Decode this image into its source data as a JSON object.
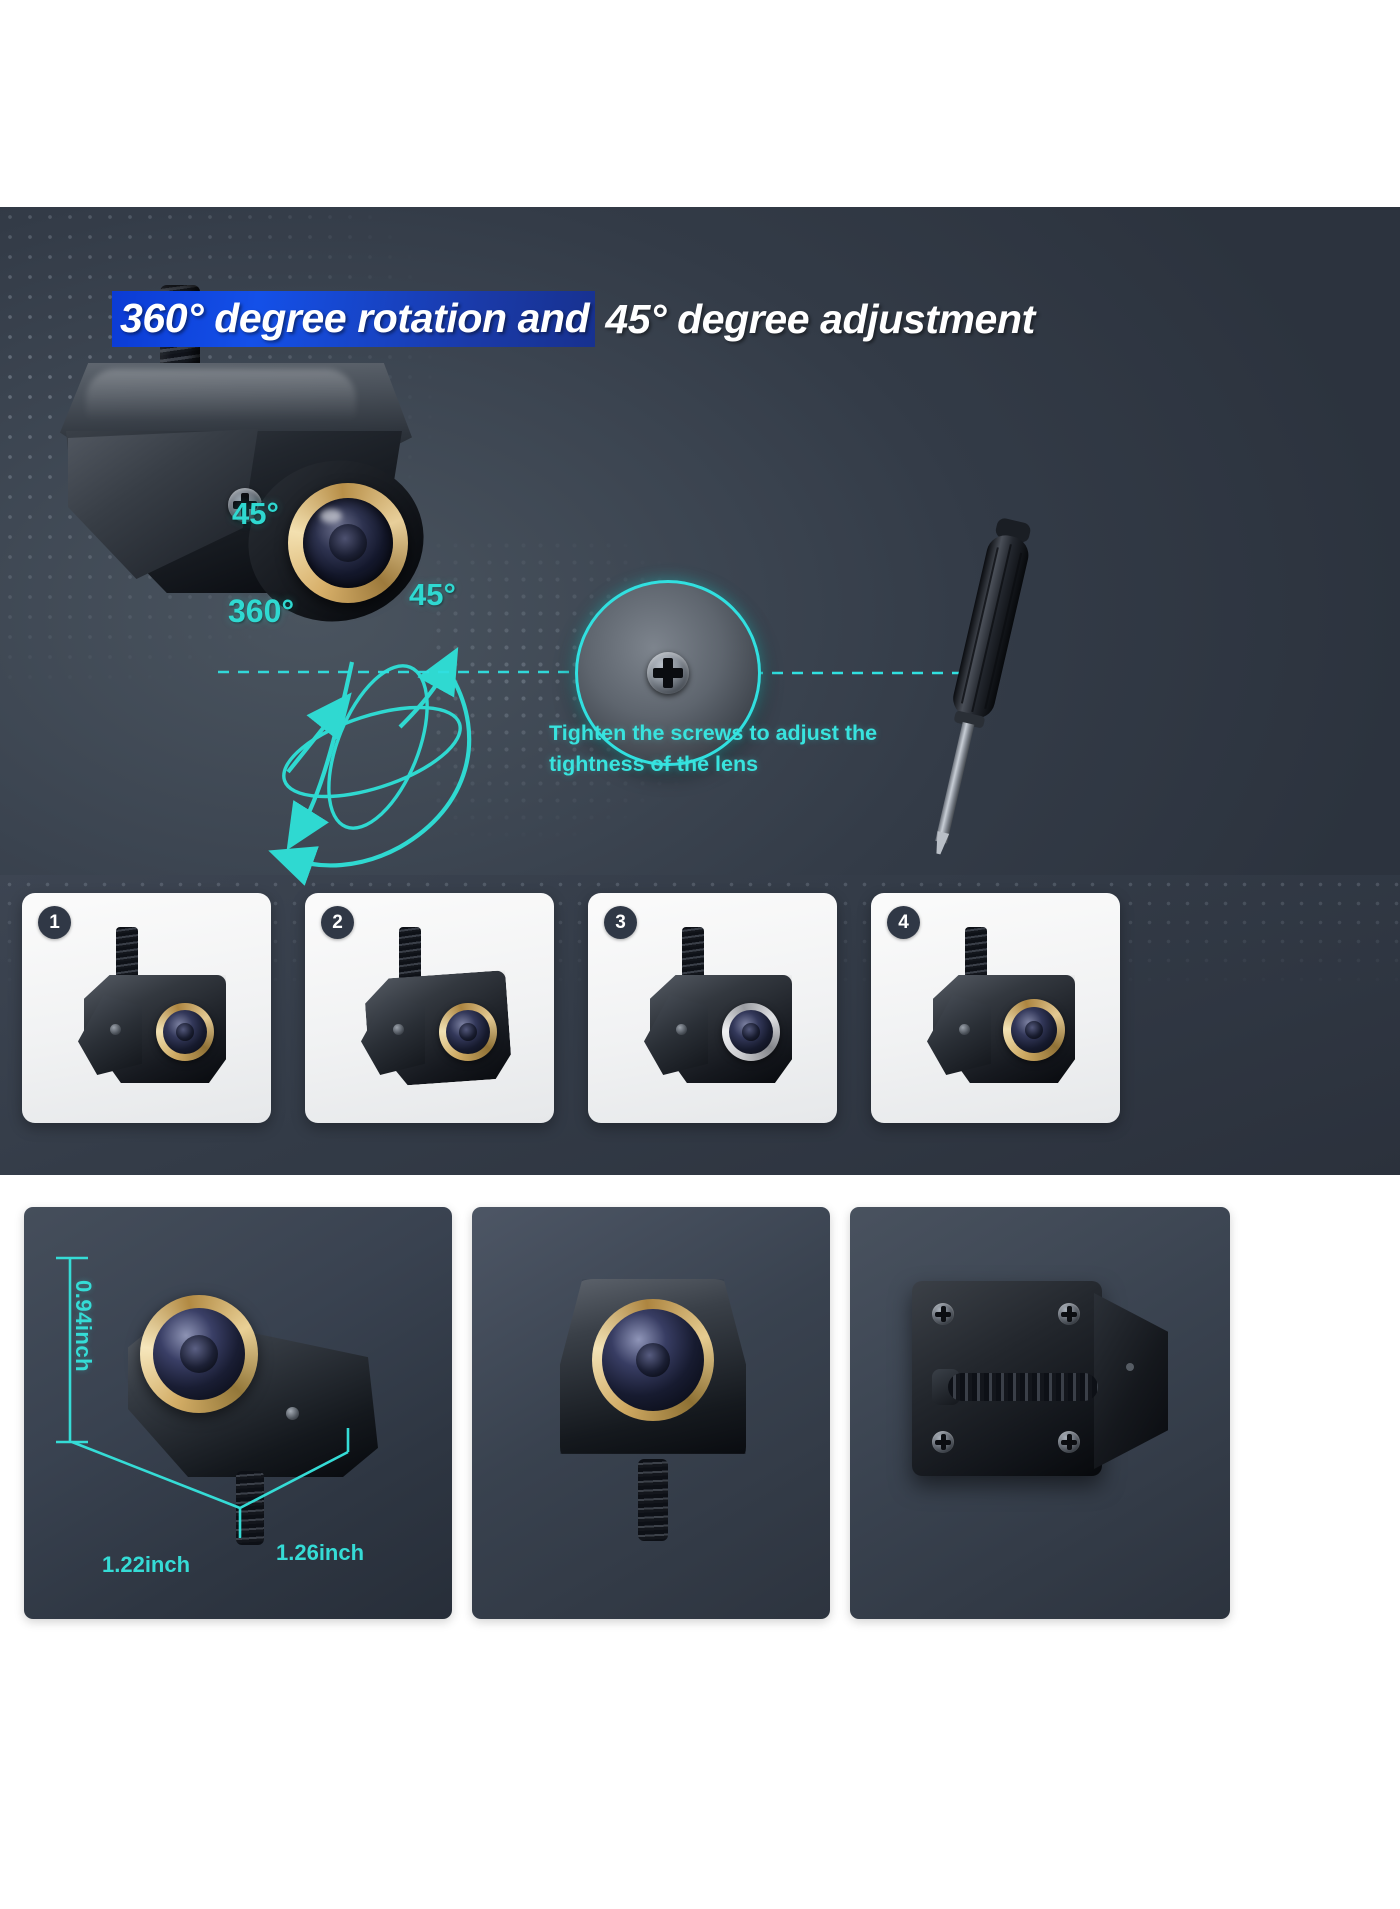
{
  "hero": {
    "title_highlight": "360° degree rotation and",
    "title_rest": "45° degree adjustment",
    "title_part_360": "360°",
    "title_part_mid": " degree rotation and",
    "title_part_45": "45°",
    "title_part_end": " degree adjustment",
    "label_45_upper": "45°",
    "label_360": "360°",
    "label_45_lower": "45°",
    "tip_line1": "Tighten the screws to adjust the",
    "tip_line2": "tightness of the lens",
    "icons": {
      "screw_callout": "screw-head-icon",
      "screwdriver": "screwdriver-icon",
      "rotation_arrow": "rotation-arrow-icon"
    },
    "colors": {
      "highlight_blue": "#1450e8",
      "cyan": "#31e0e0",
      "tip_cyan": "#38e3de",
      "background_slate": "#333b47"
    }
  },
  "thumbnails": {
    "items": [
      {
        "badge": "1",
        "name": "camera-angle-view-1"
      },
      {
        "badge": "2",
        "name": "camera-angle-view-2"
      },
      {
        "badge": "3",
        "name": "camera-angle-view-3"
      },
      {
        "badge": "4",
        "name": "camera-angle-view-4"
      }
    ]
  },
  "panels": {
    "dimensions": {
      "height": "0.94inch",
      "width": "1.22inch",
      "depth": "1.26inch",
      "color": "#35dcd6"
    },
    "items": [
      {
        "name": "panel-dimensions"
      },
      {
        "name": "panel-front-view"
      },
      {
        "name": "panel-rear-view"
      }
    ]
  }
}
